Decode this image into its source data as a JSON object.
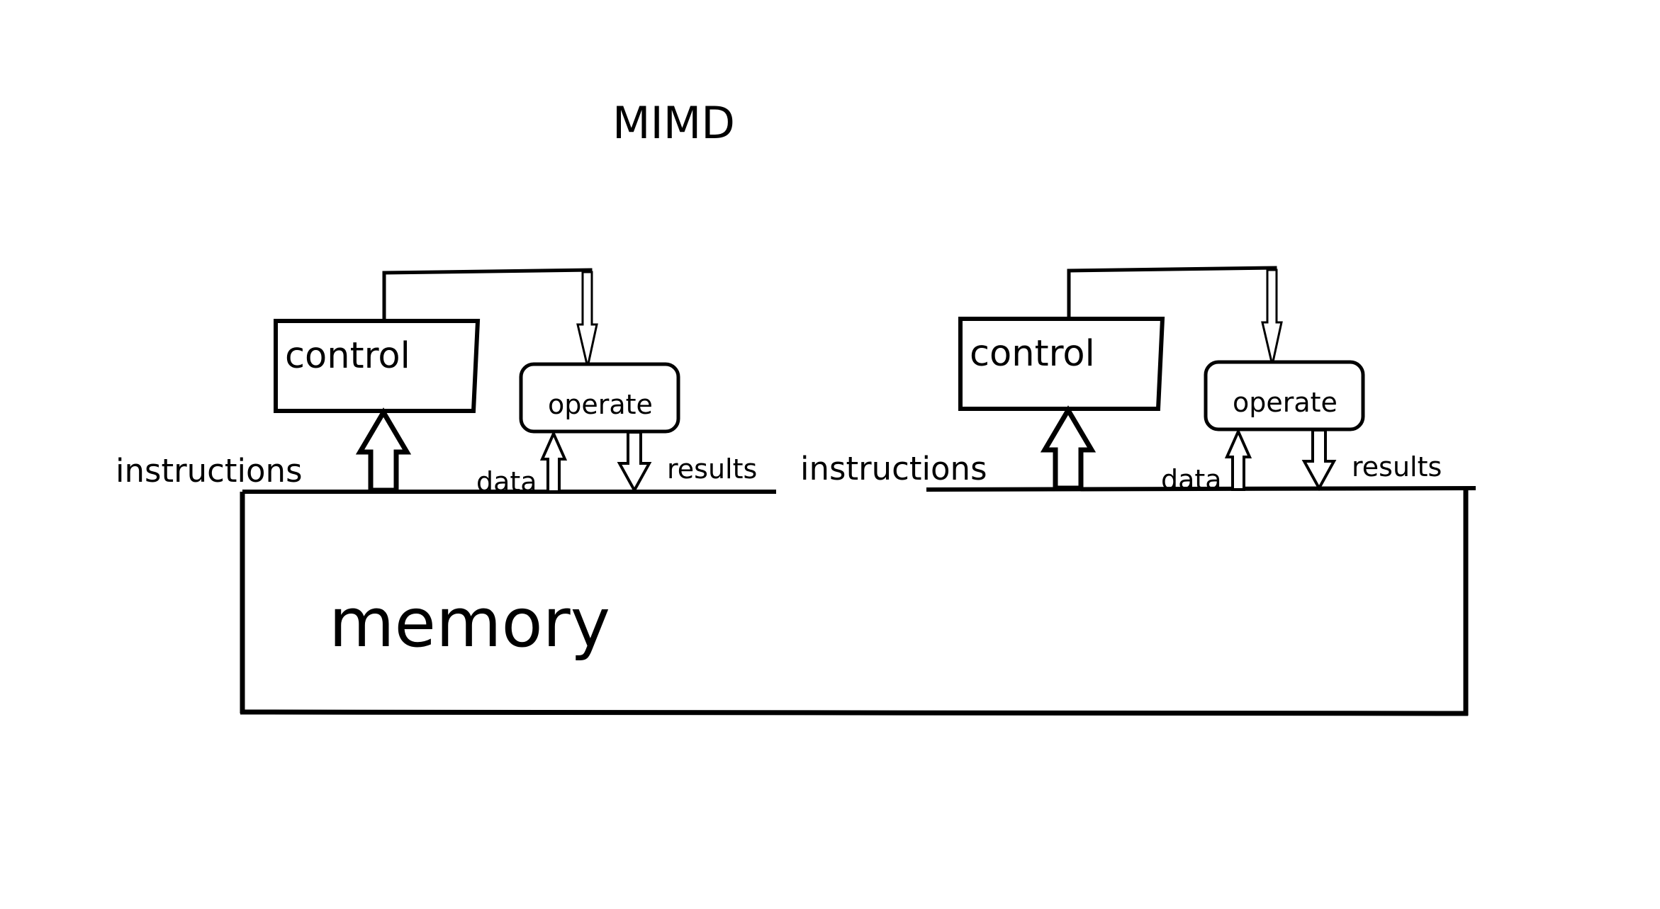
{
  "diagram": {
    "title": "MIMD",
    "memory_label": "memory",
    "units": [
      {
        "control_label": "control",
        "operate_label": "operate",
        "instructions_label": "instructions",
        "data_label": "data",
        "results_label": "results"
      },
      {
        "control_label": "control",
        "operate_label": "operate",
        "instructions_label": "instructions",
        "data_label": "data",
        "results_label": "results"
      }
    ],
    "colors": {
      "stroke": "#000000",
      "background": "#ffffff"
    }
  }
}
